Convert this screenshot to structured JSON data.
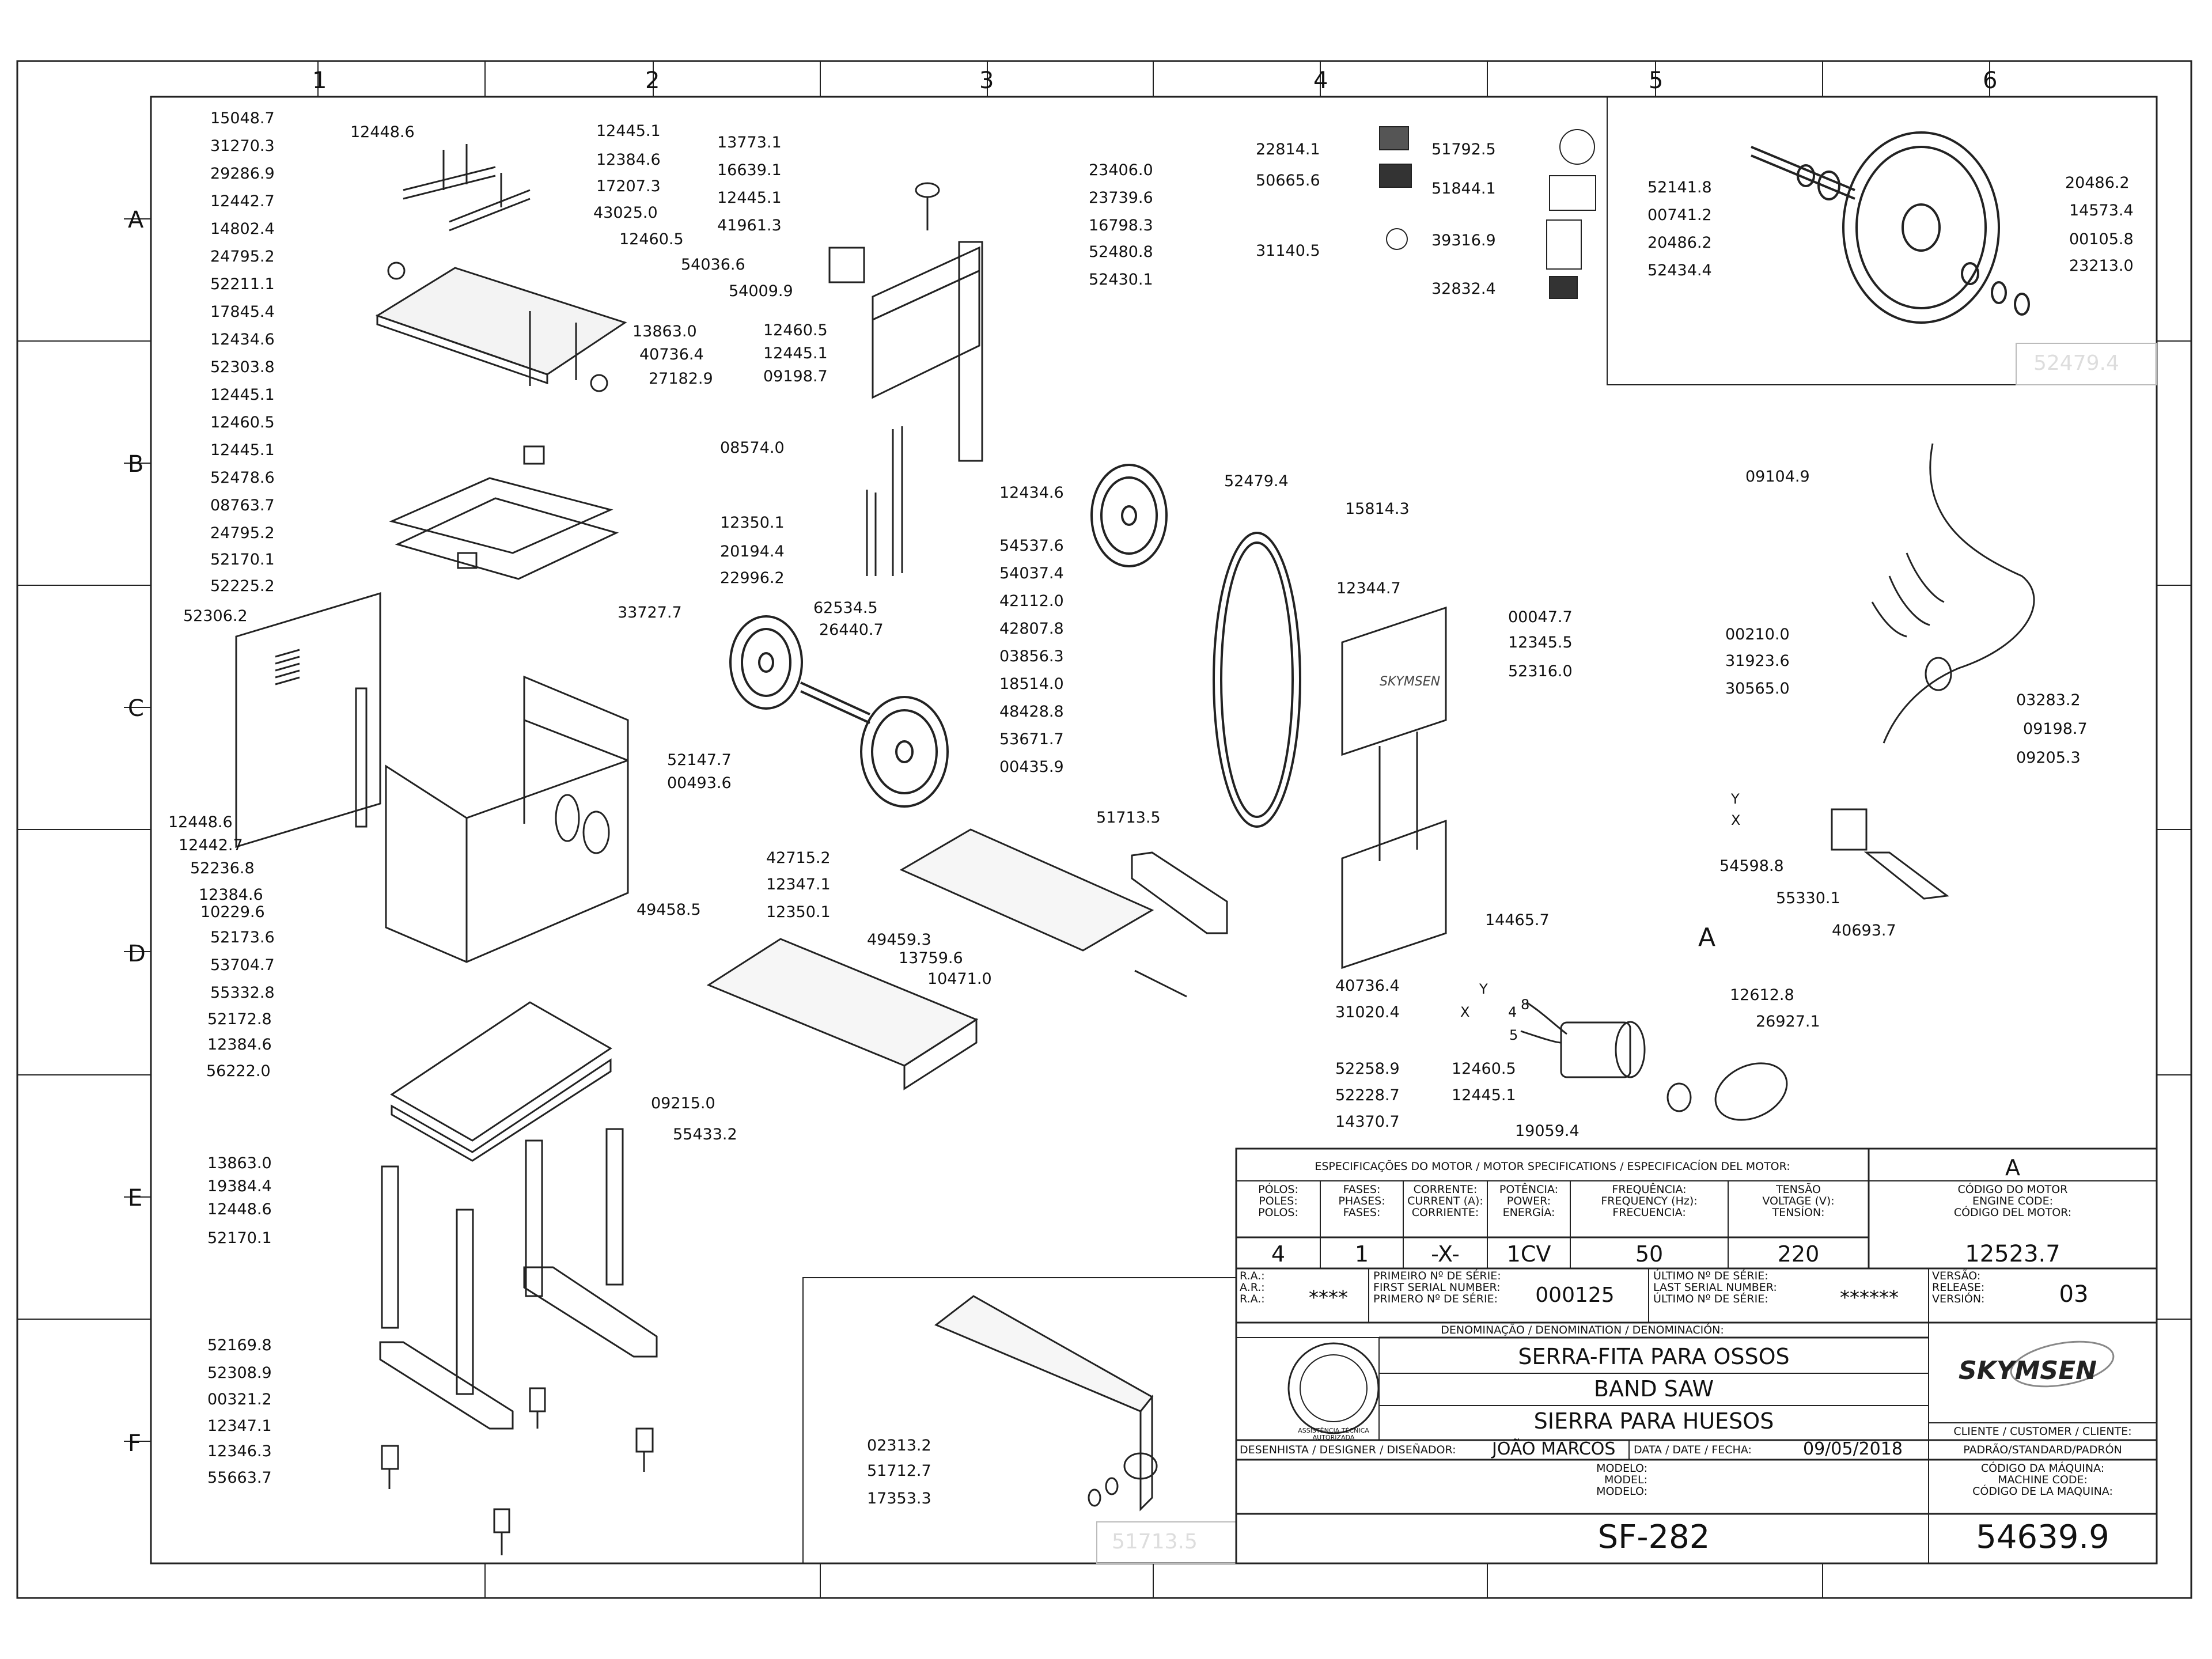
{
  "frame": {
    "columns": [
      "1",
      "2",
      "3",
      "4",
      "5",
      "6"
    ],
    "rows": [
      "A",
      "B",
      "C",
      "D",
      "E",
      "F"
    ]
  },
  "part_numbers": [
    {
      "id": "15048-7",
      "text": "15048.7"
    },
    {
      "id": "31270-3",
      "text": "31270.3"
    },
    {
      "id": "29286-9",
      "text": "29286.9"
    },
    {
      "id": "12442-7a",
      "text": "12442.7"
    },
    {
      "id": "14802-4",
      "text": "14802.4"
    },
    {
      "id": "24795-2a",
      "text": "24795.2"
    },
    {
      "id": "52211-1",
      "text": "52211.1"
    },
    {
      "id": "17845-4",
      "text": "17845.4"
    },
    {
      "id": "12434-6a",
      "text": "12434.6"
    },
    {
      "id": "52303-8",
      "text": "52303.8"
    },
    {
      "id": "12445-1a",
      "text": "12445.1"
    },
    {
      "id": "12460-5a",
      "text": "12460.5"
    },
    {
      "id": "12445-1b",
      "text": "12445.1"
    },
    {
      "id": "52478-6",
      "text": "52478.6"
    },
    {
      "id": "08763-7",
      "text": "08763.7"
    },
    {
      "id": "24795-2b",
      "text": "24795.2"
    },
    {
      "id": "52170-1a",
      "text": "52170.1"
    },
    {
      "id": "52225-2",
      "text": "52225.2"
    },
    {
      "id": "52306-2",
      "text": "52306.2"
    },
    {
      "id": "12448-6a",
      "text": "12448.6"
    },
    {
      "id": "12442-7b",
      "text": "12442.7"
    },
    {
      "id": "52236-8",
      "text": "52236.8"
    },
    {
      "id": "12384-6a",
      "text": "12384.6"
    },
    {
      "id": "10229-6",
      "text": "10229.6"
    },
    {
      "id": "52173-6",
      "text": "52173.6"
    },
    {
      "id": "53704-7",
      "text": "53704.7"
    },
    {
      "id": "55332-8",
      "text": "55332.8"
    },
    {
      "id": "52172-8",
      "text": "52172.8"
    },
    {
      "id": "12384-6b",
      "text": "12384.6"
    },
    {
      "id": "56222-0",
      "text": "56222.0"
    },
    {
      "id": "13863-0a",
      "text": "13863.0"
    },
    {
      "id": "19384-4",
      "text": "19384.4"
    },
    {
      "id": "12448-6b",
      "text": "12448.6"
    },
    {
      "id": "52170-1b",
      "text": "52170.1"
    },
    {
      "id": "52169-8",
      "text": "52169.8"
    },
    {
      "id": "52308-9",
      "text": "52308.9"
    },
    {
      "id": "00321-2",
      "text": "00321.2"
    },
    {
      "id": "12347-1a",
      "text": "12347.1"
    },
    {
      "id": "12346-3",
      "text": "12346.3"
    },
    {
      "id": "55663-7",
      "text": "55663.7"
    },
    {
      "id": "12448-6c",
      "text": "12448.6"
    },
    {
      "id": "12445-1c",
      "text": "12445.1"
    },
    {
      "id": "12384-6c",
      "text": "12384.6"
    },
    {
      "id": "17207-3",
      "text": "17207.3"
    },
    {
      "id": "43025-0",
      "text": "43025.0"
    },
    {
      "id": "12460-5b",
      "text": "12460.5"
    },
    {
      "id": "13773-1",
      "text": "13773.1"
    },
    {
      "id": "16639-1",
      "text": "16639.1"
    },
    {
      "id": "12445-1d",
      "text": "12445.1"
    },
    {
      "id": "41961-3",
      "text": "41961.3"
    },
    {
      "id": "54036-6",
      "text": "54036.6"
    },
    {
      "id": "54009-9",
      "text": "54009.9"
    },
    {
      "id": "13863-0b",
      "text": "13863.0"
    },
    {
      "id": "40736-4a",
      "text": "40736.4"
    },
    {
      "id": "27182-9",
      "text": "27182.9"
    },
    {
      "id": "12460-5c",
      "text": "12460.5"
    },
    {
      "id": "12445-1e",
      "text": "12445.1"
    },
    {
      "id": "09198-7a",
      "text": "09198.7"
    },
    {
      "id": "08574-0",
      "text": "08574.0"
    },
    {
      "id": "12350-1a",
      "text": "12350.1"
    },
    {
      "id": "20194-4",
      "text": "20194.4"
    },
    {
      "id": "22996-2",
      "text": "22996.2"
    },
    {
      "id": "33727-7",
      "text": "33727.7"
    },
    {
      "id": "62534-5",
      "text": "62534.5"
    },
    {
      "id": "26440-7",
      "text": "26440.7"
    },
    {
      "id": "52147-7",
      "text": "52147.7"
    },
    {
      "id": "00493-6",
      "text": "00493.6"
    },
    {
      "id": "49458-5",
      "text": "49458.5"
    },
    {
      "id": "42715-2",
      "text": "42715.2"
    },
    {
      "id": "12347-1b",
      "text": "12347.1"
    },
    {
      "id": "12350-1b",
      "text": "12350.1"
    },
    {
      "id": "49459-3",
      "text": "49459.3"
    },
    {
      "id": "13759-6",
      "text": "13759.6"
    },
    {
      "id": "10471-0",
      "text": "10471.0"
    },
    {
      "id": "09215-0",
      "text": "09215.0"
    },
    {
      "id": "55433-2",
      "text": "55433.2"
    },
    {
      "id": "23406-0",
      "text": "23406.0"
    },
    {
      "id": "23739-6",
      "text": "23739.6"
    },
    {
      "id": "16798-3",
      "text": "16798.3"
    },
    {
      "id": "52480-8",
      "text": "52480.8"
    },
    {
      "id": "52430-1",
      "text": "52430.1"
    },
    {
      "id": "12434-6b",
      "text": "12434.6"
    },
    {
      "id": "54537-6",
      "text": "54537.6"
    },
    {
      "id": "54037-4",
      "text": "54037.4"
    },
    {
      "id": "42112-0",
      "text": "42112.0"
    },
    {
      "id": "42807-8",
      "text": "42807.8"
    },
    {
      "id": "03856-3",
      "text": "03856.3"
    },
    {
      "id": "18514-0",
      "text": "18514.0"
    },
    {
      "id": "48428-8",
      "text": "48428.8"
    },
    {
      "id": "53671-7",
      "text": "53671.7"
    },
    {
      "id": "00435-9",
      "text": "00435.9"
    },
    {
      "id": "51713-5",
      "text": "51713.5"
    },
    {
      "id": "22814-1",
      "text": "22814.1"
    },
    {
      "id": "50665-6",
      "text": "50665.6"
    },
    {
      "id": "31140-5",
      "text": "31140.5"
    },
    {
      "id": "51792-5",
      "text": "51792.5"
    },
    {
      "id": "51844-1",
      "text": "51844.1"
    },
    {
      "id": "39316-9",
      "text": "39316.9"
    },
    {
      "id": "32832-4",
      "text": "32832.4"
    },
    {
      "id": "52479-4",
      "text": "52479.4"
    },
    {
      "id": "15814-3",
      "text": "15814.3"
    },
    {
      "id": "12344-7",
      "text": "12344.7"
    },
    {
      "id": "00047-7",
      "text": "00047.7"
    },
    {
      "id": "12345-5",
      "text": "12345.5"
    },
    {
      "id": "52316-0",
      "text": "52316.0"
    },
    {
      "id": "14465-7",
      "text": "14465.7"
    },
    {
      "id": "40736-4b",
      "text": "40736.4"
    },
    {
      "id": "31020-4",
      "text": "31020.4"
    },
    {
      "id": "52258-9",
      "text": "52258.9"
    },
    {
      "id": "52228-7",
      "text": "52228.7"
    },
    {
      "id": "14370-7",
      "text": "14370.7"
    },
    {
      "id": "12460-5d",
      "text": "12460.5"
    },
    {
      "id": "12445-1f",
      "text": "12445.1"
    },
    {
      "id": "19059-4",
      "text": "19059.4"
    },
    {
      "id": "12612-8",
      "text": "12612.8"
    },
    {
      "id": "26927-1",
      "text": "26927.1"
    },
    {
      "id": "52141-8",
      "text": "52141.8"
    },
    {
      "id": "00741-2",
      "text": "00741.2"
    },
    {
      "id": "20486-2a",
      "text": "20486.2"
    },
    {
      "id": "52434-4",
      "text": "52434.4"
    },
    {
      "id": "20486-2b",
      "text": "20486.2"
    },
    {
      "id": "14573-4",
      "text": "14573.4"
    },
    {
      "id": "00105-8",
      "text": "00105.8"
    },
    {
      "id": "23213-0",
      "text": "23213.0"
    },
    {
      "id": "09104-9",
      "text": "09104.9"
    },
    {
      "id": "00210-0",
      "text": "00210.0"
    },
    {
      "id": "31923-6",
      "text": "31923.6"
    },
    {
      "id": "30565-0",
      "text": "30565.0"
    },
    {
      "id": "03283-2",
      "text": "03283.2"
    },
    {
      "id": "09198-7b",
      "text": "09198.7"
    },
    {
      "id": "09205-3",
      "text": "09205.3"
    },
    {
      "id": "54598-8",
      "text": "54598.8"
    },
    {
      "id": "55330-1",
      "text": "55330.1"
    },
    {
      "id": "40693-7",
      "text": "40693.7"
    },
    {
      "id": "02313-2",
      "text": "02313.2"
    },
    {
      "id": "51712-7",
      "text": "51712.7"
    },
    {
      "id": "17353-3",
      "text": "17353.3"
    }
  ],
  "callouts": {
    "view_a": "A",
    "wiring": {
      "y1": "Y",
      "x1": "X",
      "y2": "Y",
      "x2": "X",
      "n4": "4",
      "n8": "8",
      "n5": "5"
    },
    "inset_top_ghost": "52479.4",
    "inset_bottom_ghost": "51713.5"
  },
  "motor_specs": {
    "header": "ESPECIFICAÇÕES DO MOTOR / MOTOR SPECIFICATIONS / ESPECIFICACÍON DEL MOTOR:",
    "columns": [
      {
        "label": "PÓLOS:\nPOLES:\nPOLOS:",
        "value": "4"
      },
      {
        "label": "FASES:\nPHASES:\nFASES:",
        "value": "1"
      },
      {
        "label": "CORRENTE:\nCURRENT (A):\nCORRIENTE:",
        "value": "-X-"
      },
      {
        "label": "POTÊNCIA:\nPOWER:\nENERGÍA:",
        "value": "1CV"
      },
      {
        "label": "FREQUÊNCIA:\nFREQUENCY (Hz):\nFRECUENCIA:",
        "value": "50"
      },
      {
        "label": "TENSÃO\nVOLTAGE (V):\nTENSÍON:",
        "value": "220"
      }
    ],
    "engine_header": "A",
    "engine_label": "CÓDIGO DO MOTOR\nENGINE CODE:\nCÓDIGO DEL MOTOR:",
    "engine_code": "12523.7"
  },
  "title_block": {
    "ra_label": "R.A.:\nA.R.:\nR.A.:",
    "ra_value": "****",
    "first_serial_label": "PRIMEIRO Nº DE SÉRIE:\nFIRST SERIAL NUMBER:\nPRIMERO Nº DE SÉRIE:",
    "first_serial": "000125",
    "last_serial_label": "ÚLTIMO Nº DE SÉRIE:\nLAST SERIAL NUMBER:\nÚLTIMO Nº DE SÉRIE:",
    "last_serial": "******",
    "version_label": "VERSÃO:\nRELEASE:\nVERSIÓN:",
    "version": "03",
    "denomination_label": "DENOMINAÇÃO / DENOMINATION / DENOMINACIÓN:",
    "name_pt": "SERRA-FITA PARA OSSOS",
    "name_en": "BAND SAW",
    "name_es": "SIERRA PARA HUESOS",
    "brand": "SKYMSEN",
    "seal_text": "ASSISTÊNCIA TÉCNICA AUTORIZADA",
    "client_label": "CLIENTE / CUSTOMER / CLIENTE:",
    "client_value": "PADRÃO/STANDARD/PADRÓN",
    "designer_label": "DESENHISTA / DESIGNER / DISEÑADOR:",
    "designer": "JOÃO MARCOS",
    "date_label": "DATA / DATE / FECHA:",
    "date": "09/05/2018",
    "model_label": "MODELO:\nMODEL:\nMODELO:",
    "model": "SF-282",
    "machine_code_label": "CÓDIGO DA MÁQUINA:\nMACHINE CODE:\nCÓDIGO DE LA MAQUINA:",
    "machine_code": "54639.9"
  }
}
